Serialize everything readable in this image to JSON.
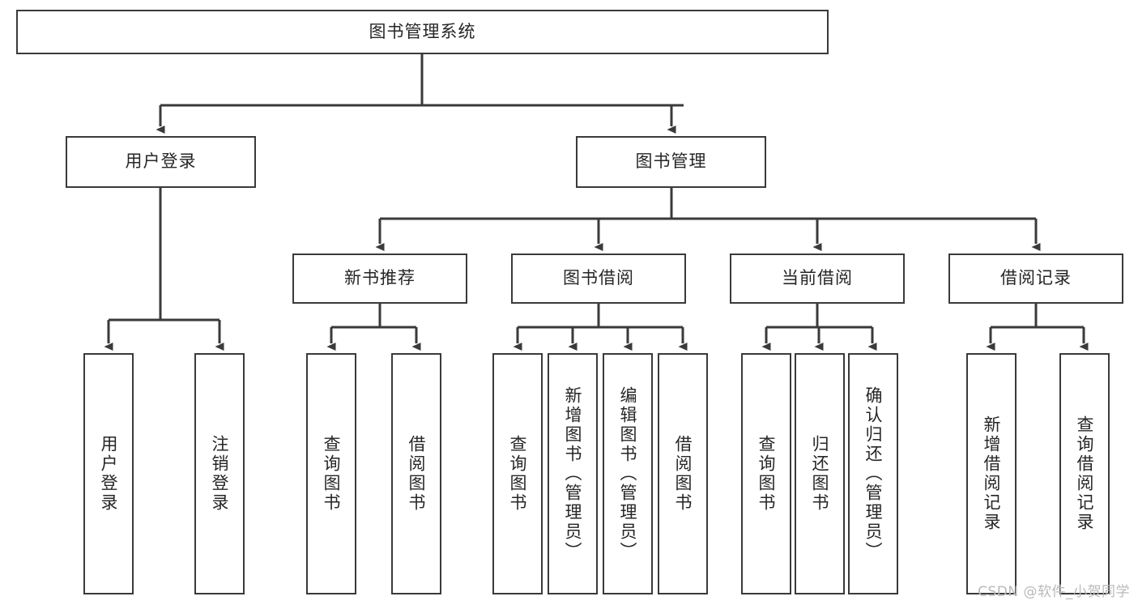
{
  "diagram": {
    "title": "图书管理系统",
    "type": "tree-hierarchy-chart",
    "root": {
      "label": "图书管理系统"
    },
    "level2": [
      {
        "label": "用户登录"
      },
      {
        "label": "图书管理"
      }
    ],
    "level3": [
      {
        "label": "新书推荐"
      },
      {
        "label": "图书借阅"
      },
      {
        "label": "当前借阅"
      },
      {
        "label": "借阅记录"
      }
    ],
    "leaves": {
      "user_login": [
        {
          "label": "用户登录"
        },
        {
          "label": "注销登录"
        }
      ],
      "new_book_recommend": [
        {
          "label": "查询图书"
        },
        {
          "label": "借阅图书"
        }
      ],
      "book_borrow": [
        {
          "label": "查询图书"
        },
        {
          "label": "新增图书（管理员）"
        },
        {
          "label": "编辑图书（管理员）"
        },
        {
          "label": "借阅图书"
        }
      ],
      "current_borrow": [
        {
          "label": "查询图书"
        },
        {
          "label": "归还图书"
        },
        {
          "label": "确认归还（管理员）"
        }
      ],
      "borrow_record": [
        {
          "label": "新增借阅记录"
        },
        {
          "label": "查询借阅记录"
        }
      ]
    }
  },
  "watermark": {
    "text": "CSDN @软件_小贺同学"
  },
  "colors": {
    "stroke": "#3a3a3a",
    "fill": "#ffffff",
    "text": "#262626",
    "watermark": "#b9b9b9"
  }
}
